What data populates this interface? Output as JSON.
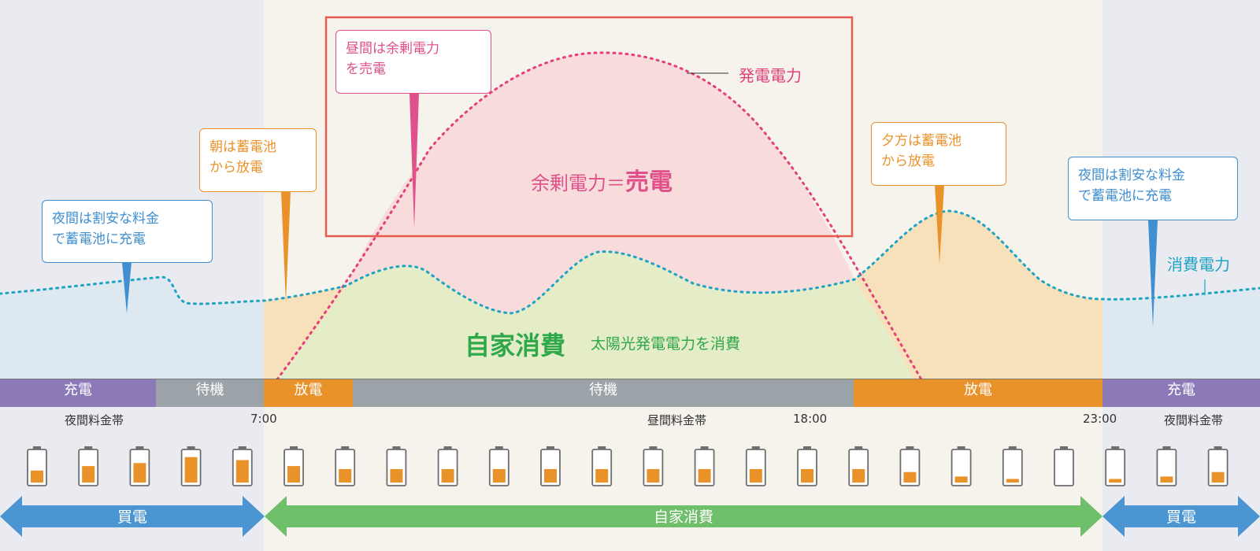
{
  "colors": {
    "night_bg": "#e9ebf1",
    "day_bg": "#f5f3ec",
    "surplus_fill": "#f8dcdc",
    "self_consumption_fill": "#e5ecc8",
    "battery_discharge_fill": "#f6e1bb",
    "night_consumption_fill": "#dde8f1",
    "generation_line": "#e2407a",
    "consumption_line": "#1ea3c4",
    "highlight_box": "#e65a4f",
    "charge": "#8b79b8",
    "standby": "#9ca3a8",
    "discharge": "#ea922a",
    "buy_arrow": "#4b95d3",
    "self_arrow": "#6fbf6a",
    "pink_callout": "#e0508a",
    "orange_callout": "#ea922a",
    "blue_callout": "#3f8fd1",
    "green_text": "#2fa84a",
    "battery_outline": "#6e6e6e",
    "battery_fill": "#ea922a"
  },
  "labels": {
    "generation": "発電電力",
    "consumption": "消費電力",
    "surplus_prefix": "余剰電力＝",
    "surplus_suffix": "売電",
    "self_consumption_title": "自家消費",
    "self_consumption_sub": "太陽光発電電力を消費"
  },
  "callouts": [
    {
      "id": "night-left",
      "text": "夜間は割安な料金\nで蓄電池に充電",
      "color": "blue"
    },
    {
      "id": "morning",
      "text": "朝は蓄電池\nから放電",
      "color": "orange"
    },
    {
      "id": "daytime",
      "text": "昼間は余剰電力\nを売電",
      "color": "pink"
    },
    {
      "id": "evening",
      "text": "夕方は蓄電池\nから放電",
      "color": "orange"
    },
    {
      "id": "night-right",
      "text": "夜間は割安な料金\nで蓄電池に充電",
      "color": "blue"
    }
  ],
  "status_bar": [
    {
      "label": "充電",
      "kind": "charge"
    },
    {
      "label": "待機",
      "kind": "standby"
    },
    {
      "label": "放電",
      "kind": "discharge"
    },
    {
      "label": "待機",
      "kind": "standby"
    },
    {
      "label": "放電",
      "kind": "discharge"
    },
    {
      "label": "充電",
      "kind": "charge"
    }
  ],
  "time_labels": {
    "night_rate_left": "夜間料金帯",
    "t7": "7:00",
    "day_rate": "昼間料金帯",
    "t18": "18:00",
    "t23": "23:00",
    "night_rate_right": "夜間料金帯"
  },
  "battery_levels": [
    0.4,
    0.55,
    0.65,
    0.85,
    0.75,
    0.55,
    0.45,
    0.45,
    0.45,
    0.45,
    0.45,
    0.45,
    0.45,
    0.45,
    0.45,
    0.45,
    0.45,
    0.35,
    0.2,
    0.12,
    0.0,
    0.12,
    0.2,
    0.35
  ],
  "bottom_arrows": [
    {
      "label": "買電",
      "kind": "buy"
    },
    {
      "label": "自家消費",
      "kind": "self"
    },
    {
      "label": "買電",
      "kind": "buy"
    }
  ]
}
